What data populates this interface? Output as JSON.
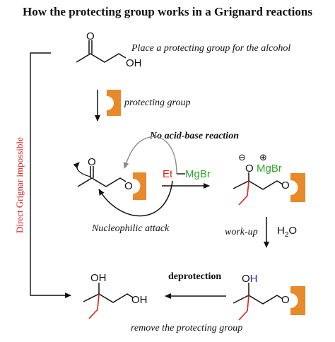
{
  "title": "How the protecting group works in a Grignard reactions",
  "captions": {
    "place_pg": "Place a protecting group for the alcohol",
    "protecting_group": "protecting group",
    "no_acid_base": "No acid-base reaction",
    "nucleophilic_attack": "Nucleophilic attack",
    "work_up": "work-up",
    "deprotection": "deprotection",
    "remove_pg": "remove the protecting group",
    "direct_grignard": "Direct Grignar impossible"
  },
  "atoms": {
    "O": "O",
    "OH": "OH",
    "Et": "Et",
    "MgBr": "MgBr",
    "minus": "⊖",
    "plus": "⊕"
  },
  "water": {
    "H": "H",
    "sub": "2",
    "O": "O"
  },
  "colors": {
    "protecting_group": "#E8892A",
    "grignard_green": "#33A02C",
    "ethyl_red": "#E0201B",
    "hydrogen_blue": "#1F2FB5",
    "side_label_red": "#E0201B",
    "gray_arrow": "#8A8A8A",
    "line": "#111111"
  }
}
